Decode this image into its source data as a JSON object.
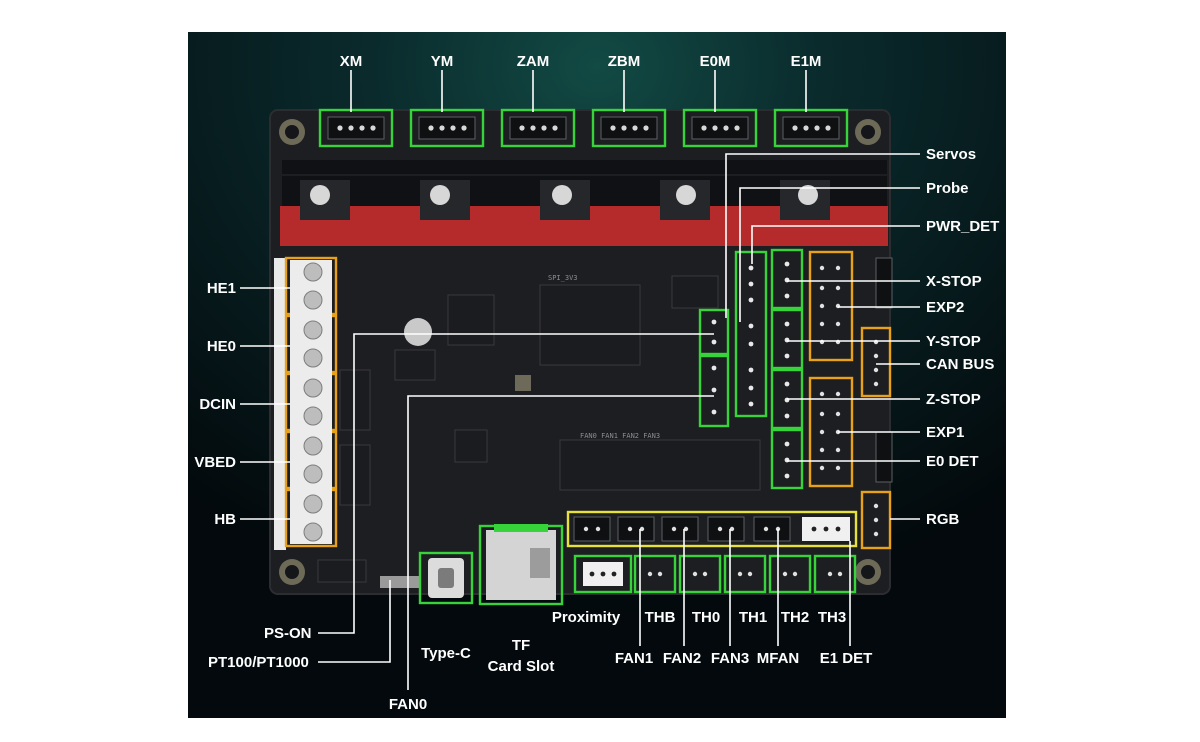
{
  "diagram": {
    "labels": {
      "motors": [
        "XM",
        "YM",
        "ZAM",
        "ZBM",
        "E0M",
        "E1M"
      ],
      "left": [
        "HE1",
        "HE0",
        "DCIN",
        "VBED",
        "HB"
      ],
      "right": [
        "Servos",
        "Probe",
        "PWR_DET",
        "X-STOP",
        "EXP2",
        "Y-STOP",
        "CAN BUS",
        "Z-STOP",
        "EXP1",
        "E0 DET",
        "RGB"
      ],
      "bottom": [
        "PS-ON",
        "PT100/PT1000",
        "FAN0",
        "Type-C",
        "TF",
        "Card Slot",
        "Proximity",
        "THB",
        "TH0",
        "TH1",
        "TH2",
        "TH3",
        "FAN1",
        "FAN2",
        "FAN3",
        "MFAN",
        "E1 DET"
      ]
    },
    "colors": {
      "background": "#04141a",
      "board": "#1d1e21",
      "highlight_green": "#37d33a",
      "highlight_orange": "#e8a21a",
      "highlight_yellow": "#e6e23a",
      "terminal_red": "#b52b2b"
    }
  }
}
